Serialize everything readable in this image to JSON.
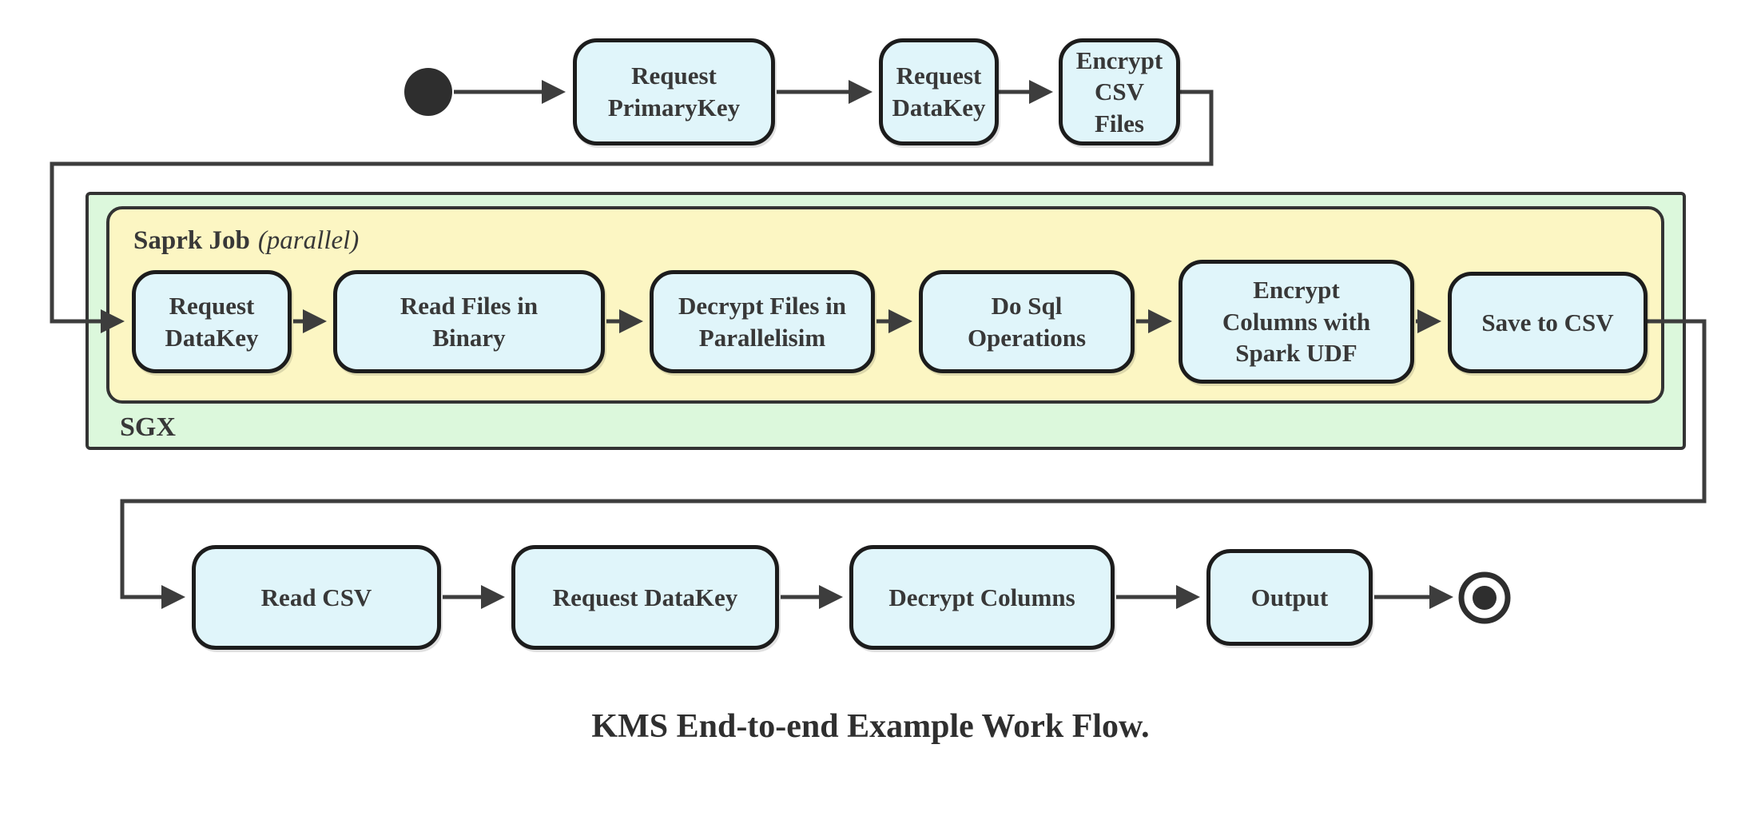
{
  "diagram_title": "KMS End-to-end Example Work Flow.",
  "containers": {
    "sgx": {
      "label": "SGX"
    },
    "spark_job": {
      "label": "Saprk Job",
      "annotation": "(parallel)"
    }
  },
  "nodes": {
    "start": {
      "type": "initial-state"
    },
    "t1": {
      "label": "Request\nPrimaryKey"
    },
    "t2": {
      "label": "Request\nDataKey"
    },
    "t3": {
      "label": "Encrypt\nCSV Files"
    },
    "m1": {
      "label": "Request\nDataKey"
    },
    "m2": {
      "label": "Read Files in\nBinary"
    },
    "m3": {
      "label": "Decrypt Files in\nParallelisim"
    },
    "m4": {
      "label": "Do Sql\nOperations"
    },
    "m5": {
      "label": "Encrypt\nColumns with\nSpark UDF"
    },
    "m6": {
      "label": "Save to CSV"
    },
    "b1": {
      "label": "Read CSV"
    },
    "b2": {
      "label": "Request DataKey"
    },
    "b3": {
      "label": "Decrypt Columns"
    },
    "b4": {
      "label": "Output"
    },
    "end": {
      "type": "final-state"
    }
  },
  "edges": [
    {
      "from": "start",
      "to": "t1"
    },
    {
      "from": "t1",
      "to": "t2"
    },
    {
      "from": "t2",
      "to": "t3"
    },
    {
      "from": "t3",
      "to": "m1"
    },
    {
      "from": "m1",
      "to": "m2"
    },
    {
      "from": "m2",
      "to": "m3"
    },
    {
      "from": "m3",
      "to": "m4"
    },
    {
      "from": "m4",
      "to": "m5"
    },
    {
      "from": "m5",
      "to": "m6"
    },
    {
      "from": "m6",
      "to": "b1"
    },
    {
      "from": "b1",
      "to": "b2"
    },
    {
      "from": "b2",
      "to": "b3"
    },
    {
      "from": "b3",
      "to": "b4"
    },
    {
      "from": "b4",
      "to": "end"
    }
  ],
  "colors": {
    "node_fill": "#e0f5fa",
    "node_border": "#1c1c1c",
    "spark_fill": "#fcf6c3",
    "sgx_fill": "#dcf8dc",
    "container_border": "#333333",
    "edge_color": "#3d3d3d",
    "text_color": "#383838"
  }
}
